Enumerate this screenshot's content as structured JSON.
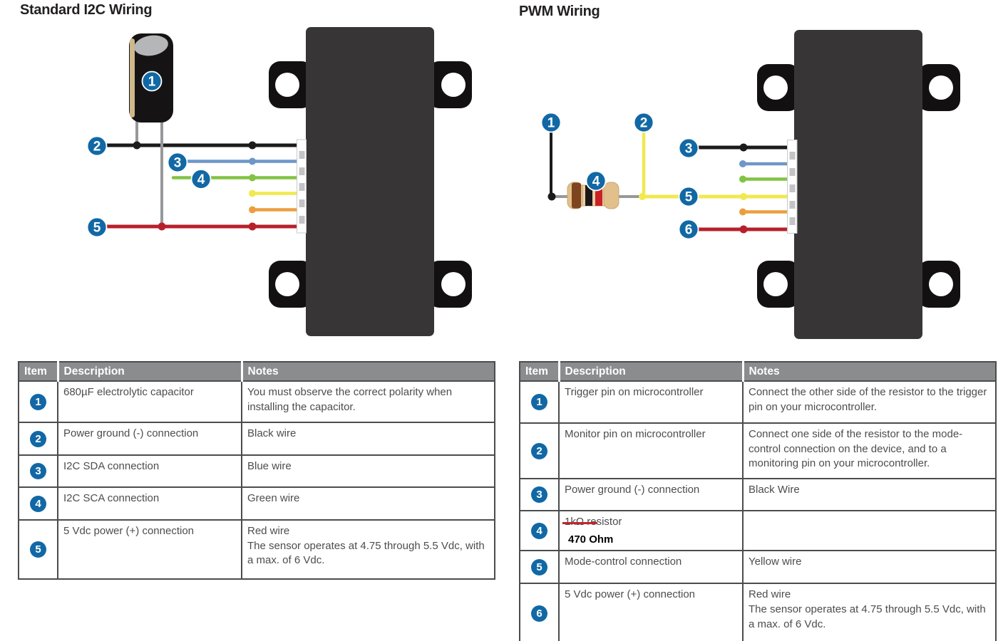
{
  "colors": {
    "callout_blue": "#1168a5",
    "wire_black": "#1b1b1b",
    "wire_blue": "#6e97c8",
    "wire_green": "#82c343",
    "wire_yellow": "#f0e94f",
    "wire_orange": "#ec9e3f",
    "wire_red": "#b7202b",
    "lead_gray": "#97989a",
    "strike_red": "#c1272d",
    "table_header_bg": "#8a8c8e",
    "table_border": "#4b4c4e",
    "table_text": "#4c4d4f"
  },
  "i2c": {
    "title": "Standard I2C Wiring",
    "diagram": {
      "callouts": [
        "1",
        "2",
        "3",
        "4",
        "5"
      ]
    },
    "table": {
      "headers": [
        "Item",
        "Description",
        "Notes"
      ],
      "rows": [
        {
          "item": "1",
          "description": "680µF electrolytic capacitor",
          "notes": [
            "You must observe the correct polarity when installing the capacitor."
          ]
        },
        {
          "item": "2",
          "description": "Power ground (-) connection",
          "notes": [
            "Black wire"
          ]
        },
        {
          "item": "3",
          "description": "I2C SDA connection",
          "notes": [
            "Blue wire"
          ]
        },
        {
          "item": "4",
          "description": "I2C SCA connection",
          "notes": [
            "Green wire"
          ]
        },
        {
          "item": "5",
          "description": "5 Vdc power (+) connection",
          "notes": [
            "Red wire",
            "The sensor operates at 4.75 through 5.5 Vdc, with a max. of 6 Vdc."
          ]
        }
      ]
    }
  },
  "pwm": {
    "title": "PWM Wiring",
    "diagram": {
      "callouts": [
        "1",
        "2",
        "3",
        "4",
        "5",
        "6"
      ]
    },
    "table": {
      "headers": [
        "Item",
        "Description",
        "Notes"
      ],
      "rows": [
        {
          "item": "1",
          "description": "Trigger pin on microcontroller",
          "notes": [
            "Connect the other side of the resistor to the trigger pin on your microcontroller."
          ]
        },
        {
          "item": "2",
          "description": "Monitor pin on microcontroller",
          "notes": [
            "Connect one side of the resistor to the mode-control connection on the device, and to a monitoring pin on your microcontroller."
          ]
        },
        {
          "item": "3",
          "description": "Power ground (-) connection",
          "notes": [
            "Black Wire"
          ]
        },
        {
          "item": "4",
          "description": {
            "struck": "1kΩ",
            "rest": " resistor",
            "annotation": "470 Ohm"
          },
          "notes": []
        },
        {
          "item": "5",
          "description": "Mode-control connection",
          "notes": [
            "Yellow wire"
          ]
        },
        {
          "item": "6",
          "description": "5 Vdc power (+) connection",
          "notes": [
            "Red wire",
            "The sensor operates at 4.75 through 5.5 Vdc, with a max. of 6 Vdc."
          ]
        }
      ]
    }
  }
}
